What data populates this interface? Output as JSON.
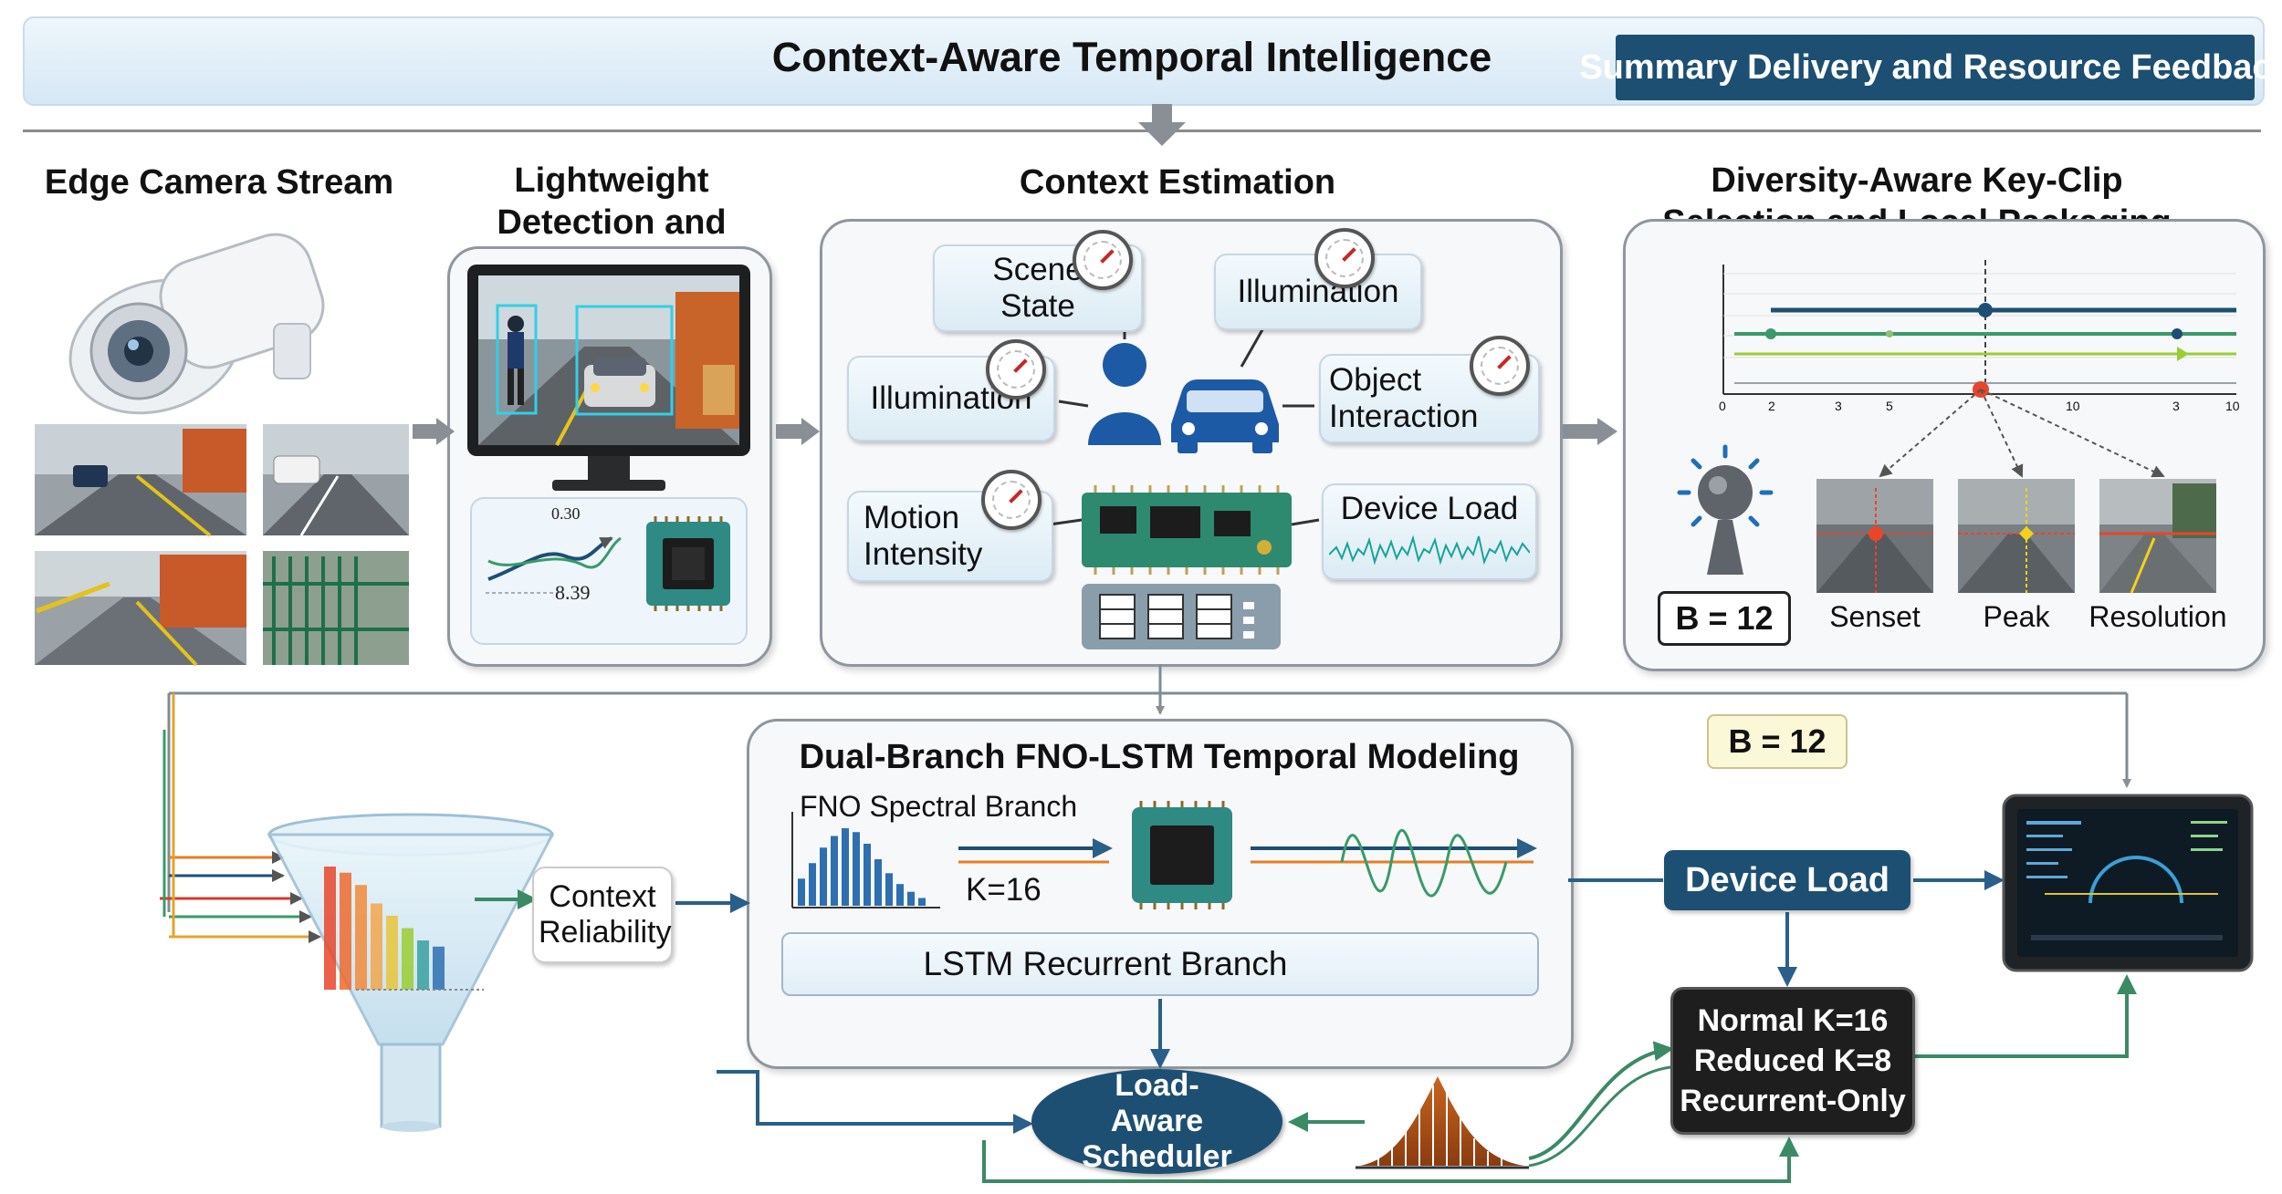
{
  "header": {
    "title": "Context-Aware Temporal Intelligence",
    "right_label": "Summary Delivery and Resource Feedback"
  },
  "stages": {
    "camera": "Edge Camera Stream",
    "detection": "Lightweight Detection and Tracking",
    "context": "Context Estimation",
    "selection": "Diversity-Aware Key-Clip Selection and Local Packaging"
  },
  "detection_panel": {
    "value_top": "0.30",
    "value_bottom": "8.39"
  },
  "context_cards": {
    "scene_state": "Scene State",
    "illumination_top": "Illumination",
    "illumination_left": "Illumination",
    "object_interaction": "Object Interaction",
    "motion_intensity": "Motion Intensity",
    "device_load": "Device Load"
  },
  "selection_panel": {
    "axis_ticks": [
      "0",
      "2",
      "3",
      "5",
      "10",
      "3",
      "10"
    ],
    "budget": "B = 12",
    "clips": [
      "Senset",
      "Peak",
      "Resolution"
    ]
  },
  "fno_lstm": {
    "title": "Dual-Branch FNO-LSTM Temporal Modeling",
    "fno_label": "FNO Spectral Branch",
    "k_label": "K=16",
    "lstm_label": "LSTM Recurrent Branch",
    "spectrum": [
      0.35,
      0.55,
      0.75,
      0.9,
      1.0,
      0.95,
      0.8,
      0.6,
      0.42,
      0.28,
      0.18,
      0.1
    ]
  },
  "funnel": {
    "label": "Context Reliability",
    "bars": [
      1.0,
      0.95,
      0.85,
      0.7,
      0.6,
      0.5,
      0.4,
      0.35
    ]
  },
  "budget_badge": "B = 12",
  "device_load": "Device Load",
  "modes": {
    "normal": "Normal K=16",
    "reduced": "Reduced K=8",
    "recurrent": "Recurrent-Only"
  },
  "scheduler": "Load-Aware Scheduler",
  "colors": {
    "navy": "#1d4f73",
    "arrow_blue": "#2a5f8a",
    "green_arrow": "#3a8a66",
    "panel_border": "#8f969d",
    "header_bg": "#dcecf8",
    "dark_box": "#1e1e1e",
    "orange": "#e67e22",
    "bar_blue": "#2e6fb0"
  }
}
